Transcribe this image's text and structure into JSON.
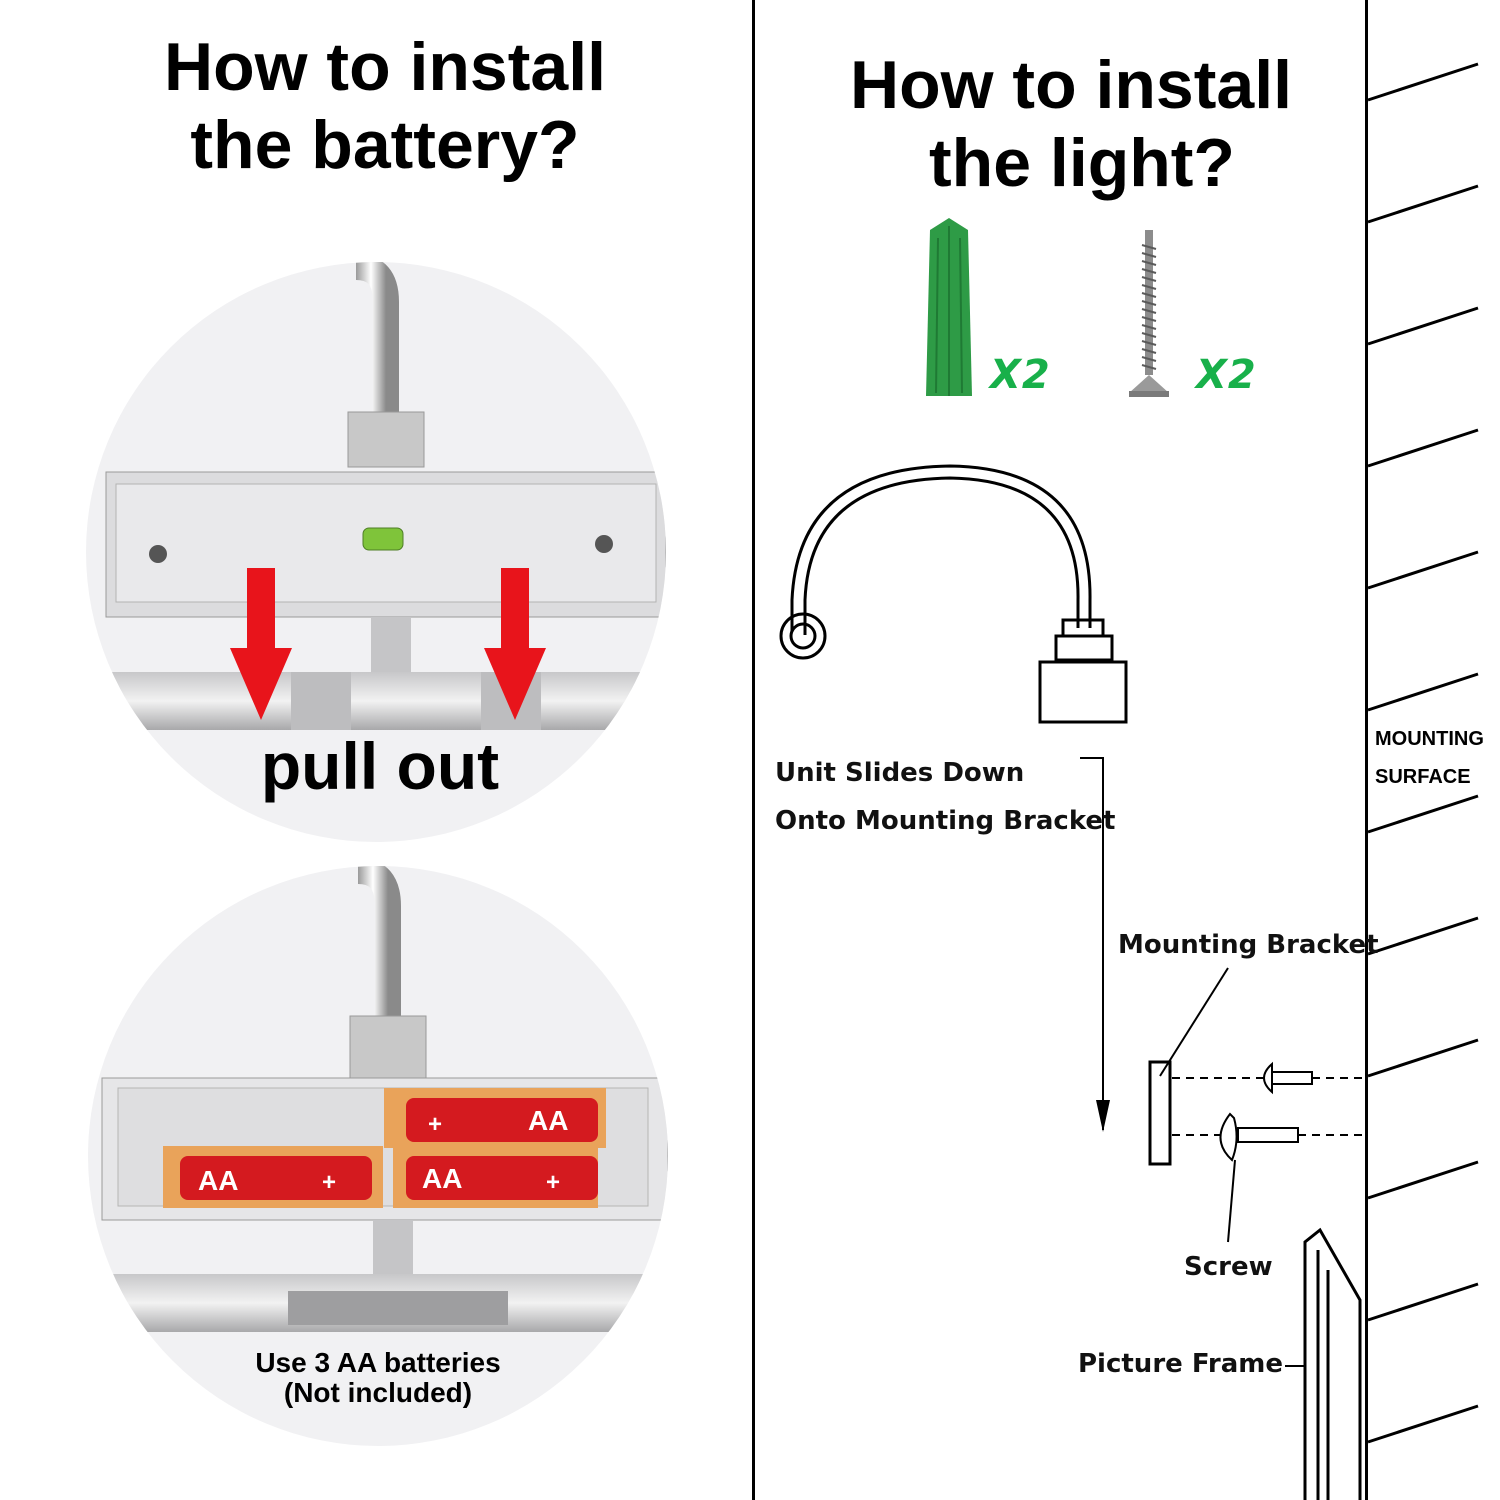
{
  "left_panel": {
    "title_line1": "How to install",
    "title_line2": "the battery?",
    "step1": {
      "action_label": "pull out"
    },
    "step2": {
      "note_line1": "Use 3 AA batteries",
      "note_line2": "(Not included)",
      "battery_label": "AA",
      "battery_plus": "+"
    }
  },
  "right_panel": {
    "title_line1": "How to install",
    "title_line2": "the light?",
    "parts": [
      {
        "name": "wall-anchor",
        "quantity": "X2",
        "color": "#2e9b46"
      },
      {
        "name": "screw",
        "quantity": "X2",
        "color": "#8c8c8c"
      }
    ],
    "diagram": {
      "slide_line1": "Unit Slides Down",
      "slide_line2": "Onto Mounting Bracket",
      "mounting_bracket": "Mounting Bracket",
      "screw": "Screw",
      "picture_frame": "Picture Frame",
      "surface_line1": "MOUNTING",
      "surface_line2": "SURFACE"
    }
  },
  "colors": {
    "arrow": "#e8141b",
    "battery": "#d41a1f",
    "battery_holder": "#e9a35a",
    "quantity": "#18b04a"
  }
}
